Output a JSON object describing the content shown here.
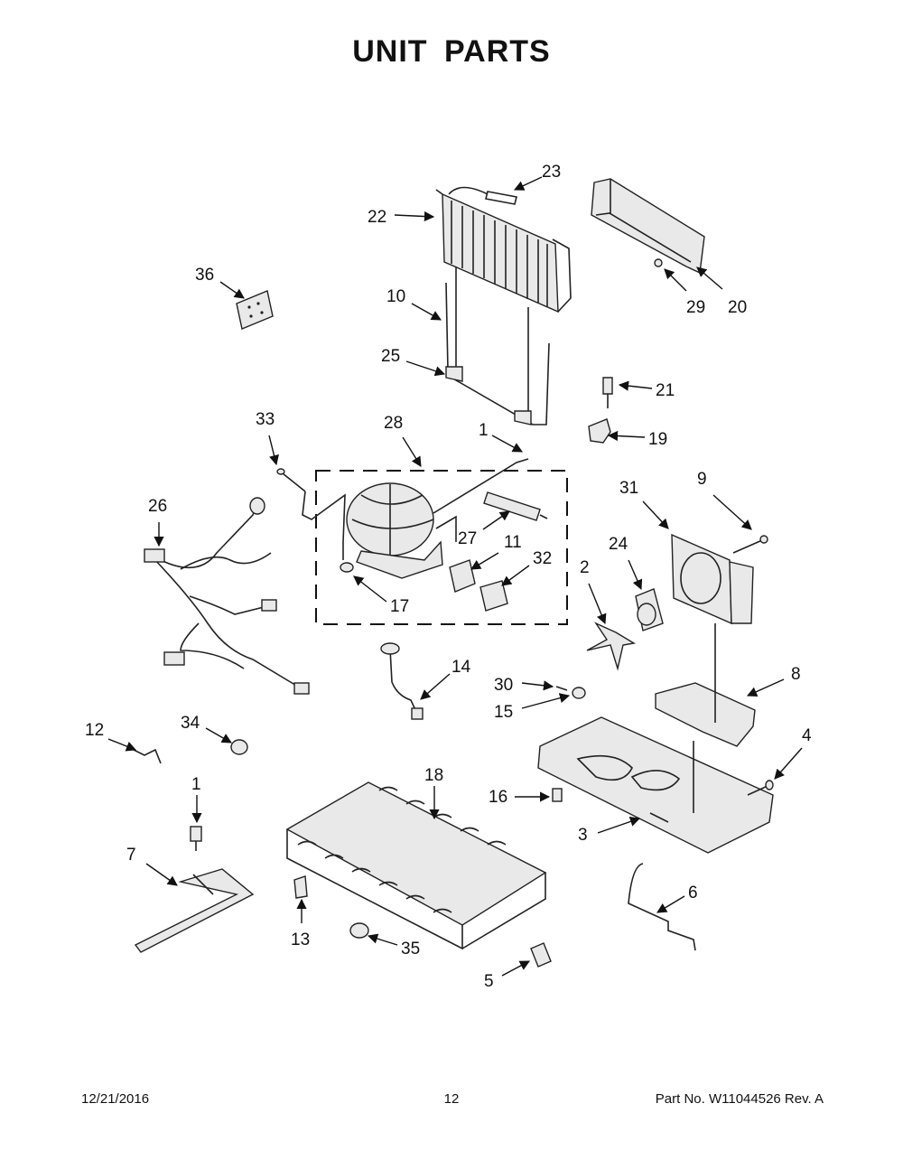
{
  "page": {
    "title": "UNIT  PARTS",
    "footer": {
      "date": "12/21/2016",
      "page_number": "12",
      "part_info": "Part No.  W11044526  Rev.  A"
    }
  },
  "diagram": {
    "callouts": [
      {
        "id": "c23",
        "label": "23"
      },
      {
        "id": "c22",
        "label": "22"
      },
      {
        "id": "c36",
        "label": "36"
      },
      {
        "id": "c10",
        "label": "10"
      },
      {
        "id": "c25",
        "label": "25"
      },
      {
        "id": "c29",
        "label": "29"
      },
      {
        "id": "c20",
        "label": "20"
      },
      {
        "id": "c21",
        "label": "21"
      },
      {
        "id": "c19",
        "label": "19"
      },
      {
        "id": "c33",
        "label": "33"
      },
      {
        "id": "c28",
        "label": "28"
      },
      {
        "id": "c1a",
        "label": "1"
      },
      {
        "id": "c26",
        "label": "26"
      },
      {
        "id": "c27",
        "label": "27"
      },
      {
        "id": "c11",
        "label": "11"
      },
      {
        "id": "c32",
        "label": "32"
      },
      {
        "id": "c17",
        "label": "17"
      },
      {
        "id": "c31",
        "label": "31"
      },
      {
        "id": "c9",
        "label": "9"
      },
      {
        "id": "c24",
        "label": "24"
      },
      {
        "id": "c2",
        "label": "2"
      },
      {
        "id": "c14",
        "label": "14"
      },
      {
        "id": "c30",
        "label": "30"
      },
      {
        "id": "c15",
        "label": "15"
      },
      {
        "id": "c8",
        "label": "8"
      },
      {
        "id": "c4",
        "label": "4"
      },
      {
        "id": "c12",
        "label": "12"
      },
      {
        "id": "c34",
        "label": "34"
      },
      {
        "id": "c1b",
        "label": "1"
      },
      {
        "id": "c18",
        "label": "18"
      },
      {
        "id": "c16",
        "label": "16"
      },
      {
        "id": "c3",
        "label": "3"
      },
      {
        "id": "c7",
        "label": "7"
      },
      {
        "id": "c6",
        "label": "6"
      },
      {
        "id": "c13",
        "label": "13"
      },
      {
        "id": "c35",
        "label": "35"
      },
      {
        "id": "c5",
        "label": "5"
      }
    ]
  }
}
